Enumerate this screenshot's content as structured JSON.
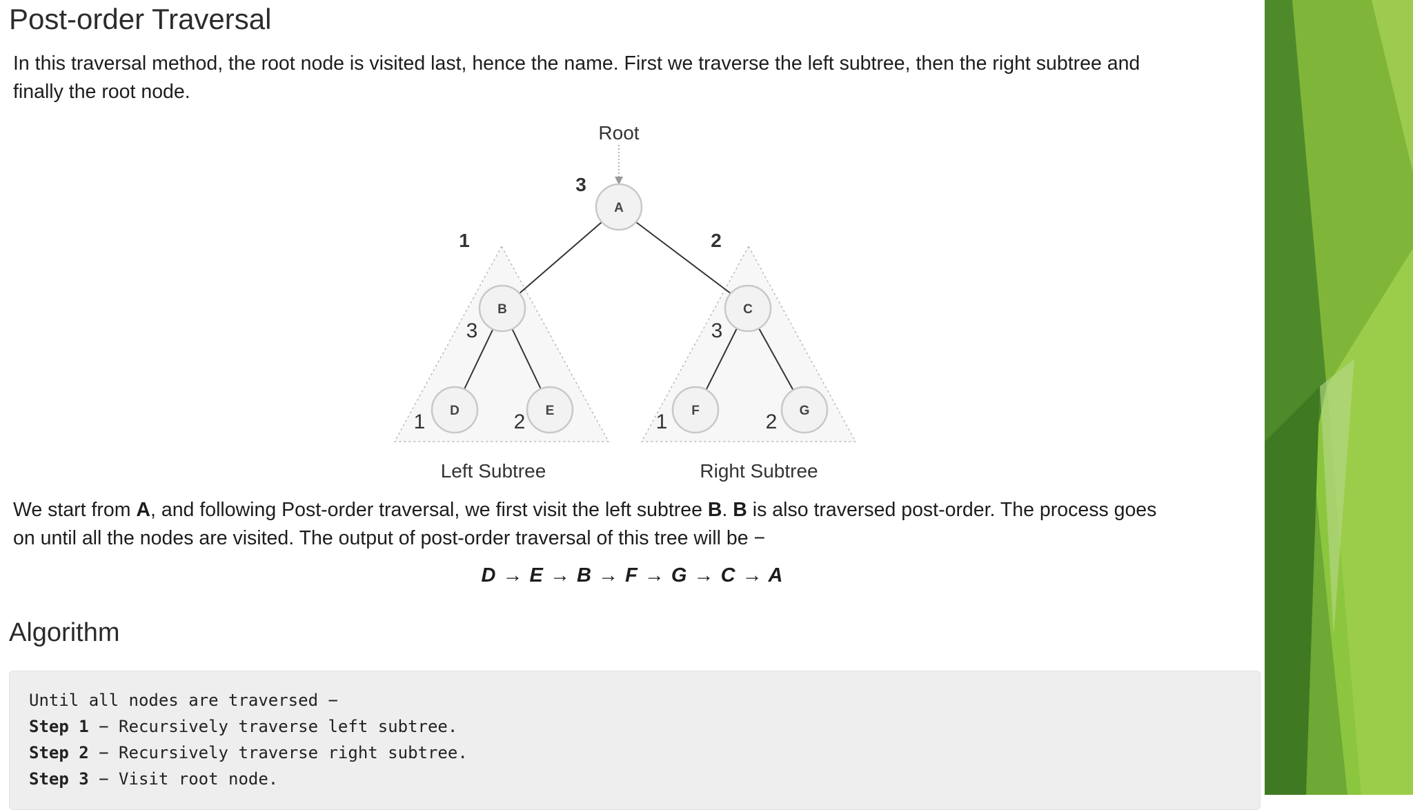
{
  "heading": "Post-order Traversal",
  "intro": {
    "line1": "In this traversal method, the root node is visited last, hence the name. First we traverse the left subtree, then the right subtree and",
    "line2": "finally the root node."
  },
  "diagram": {
    "root_label": "Root",
    "left_subtree_label": "Left Subtree",
    "right_subtree_label": "Right Subtree",
    "nodes": {
      "A": "A",
      "B": "B",
      "C": "C",
      "D": "D",
      "E": "E",
      "F": "F",
      "G": "G"
    },
    "order_labels": {
      "root_A": "3",
      "subtree_left": "1",
      "subtree_right": "2",
      "B_self": "3",
      "C_self": "3",
      "D": "1",
      "E": "2",
      "F": "1",
      "G": "2"
    }
  },
  "explanation": {
    "t1": "We start from ",
    "b1": "A",
    "t2": ", and following Post-order traversal, we first visit the left subtree ",
    "b2": "B",
    "t3": ". ",
    "b3": "B",
    "t4": " is also traversed post-order. The process goes",
    "line2": "on until all the nodes are visited. The output of post-order traversal of this tree will be −"
  },
  "output_sequence": "D → E → B → F → G → C → A",
  "algorithm": {
    "heading": "Algorithm",
    "intro_line": "Until all nodes are traversed −",
    "steps": [
      {
        "label": "Step 1",
        "text": " − Recursively traverse left subtree."
      },
      {
        "label": "Step 2",
        "text": " − Recursively traverse right subtree."
      },
      {
        "label": "Step 3",
        "text": " − Visit root node."
      }
    ]
  },
  "colors": {
    "code_bg": "#eeeeee",
    "node_fill": "#f2f2f2",
    "deco_green_dark": "#4a7a2a",
    "deco_green_light": "#8cc63f"
  }
}
